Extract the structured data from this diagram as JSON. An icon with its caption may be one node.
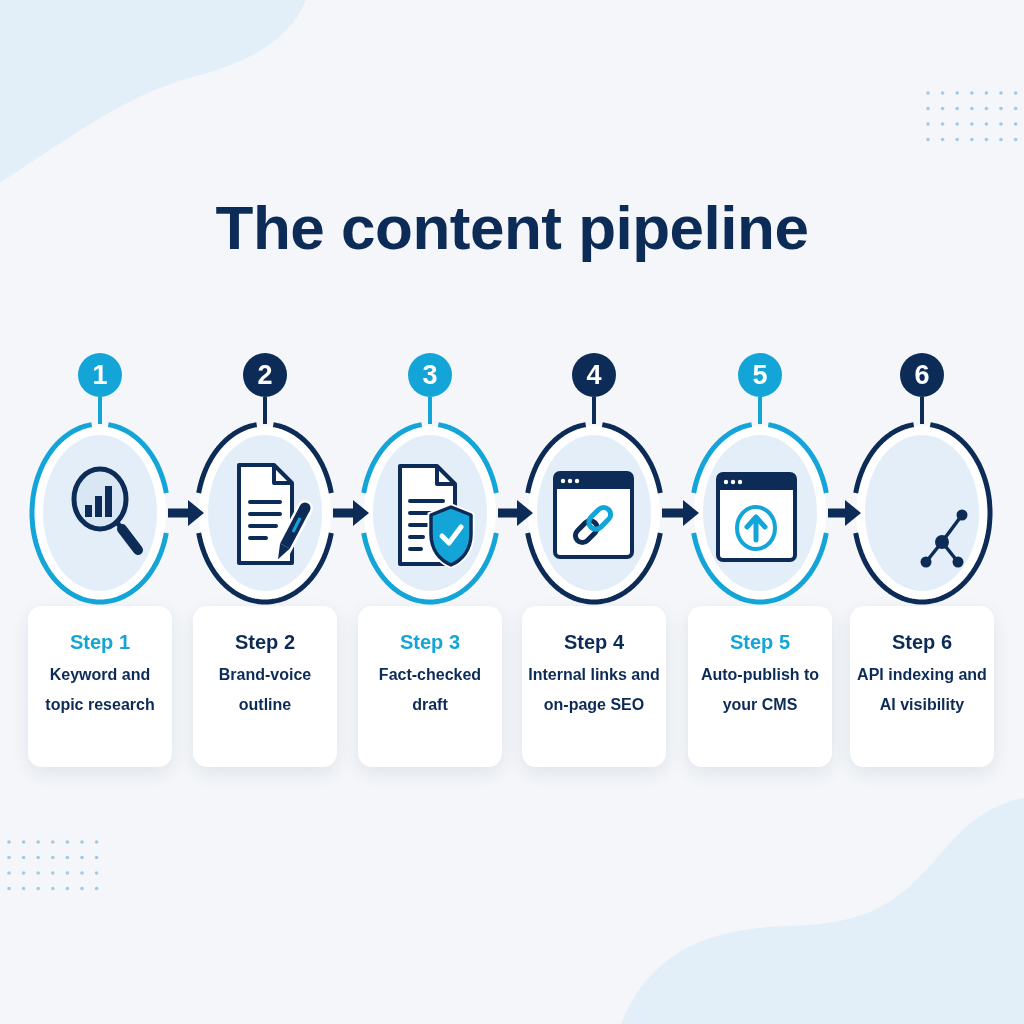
{
  "diagram": {
    "title": "The content pipeline",
    "nodes": [
      {
        "text": [
          "1"
        ]
      },
      {
        "text": [],
        "shape": "circle"
      },
      {
        "text": [
          "Step 1",
          "Keyword and topic research"
        ]
      },
      {
        "text": [
          "2"
        ]
      },
      {
        "text": [],
        "shape": "circle"
      },
      {
        "text": [
          "Step 2",
          "Brand-voice outline"
        ]
      },
      {
        "text": [
          "3"
        ]
      },
      {
        "text": [],
        "shape": "circle"
      },
      {
        "text": [
          "Step 3",
          "Fact-checked draft"
        ]
      },
      {
        "text": [
          "4"
        ]
      },
      {
        "text": [],
        "shape": "circle"
      },
      {
        "text": [
          "Step 4",
          "Internal links and on-page SEO"
        ]
      },
      {
        "text": [
          "5"
        ]
      },
      {
        "text": [],
        "shape": "circle"
      },
      {
        "text": [
          "Step 5",
          "Auto-publish to your CMS"
        ]
      },
      {
        "text": [
          "6"
        ]
      },
      {
        "text": [],
        "shape": "circle"
      },
      {
        "text": [
          "Step 6",
          "API indexing and AI visibility"
        ]
      }
    ],
    "edges": [
      {
        "from": 0,
        "to": 1,
        "arrow": "none",
        "color": "#14a5d8"
      },
      {
        "from": 3,
        "to": 4,
        "arrow": "none"
      },
      {
        "from": 6,
        "to": 7,
        "arrow": "none",
        "color": "#14a5d8"
      },
      {
        "from": 9,
        "to": 10,
        "arrow": "none"
      },
      {
        "from": 12,
        "to": 13,
        "arrow": "none",
        "color": "#14a5d8"
      },
      {
        "from": 15,
        "to": 16,
        "arrow": "none"
      },
      {
        "from": 1,
        "to": 4,
        "arrow": "to",
        "style": "thick"
      },
      {
        "from": 4,
        "to": 7,
        "arrow": "to",
        "style": "thick"
      },
      {
        "from": 7,
        "to": 10,
        "arrow": "to",
        "style": "thick"
      },
      {
        "from": 10,
        "to": 13,
        "arrow": "to",
        "style": "thick"
      },
      {
        "from": 13,
        "to": 16,
        "arrow": "to",
        "style": "thick"
      }
    ]
  }
}
